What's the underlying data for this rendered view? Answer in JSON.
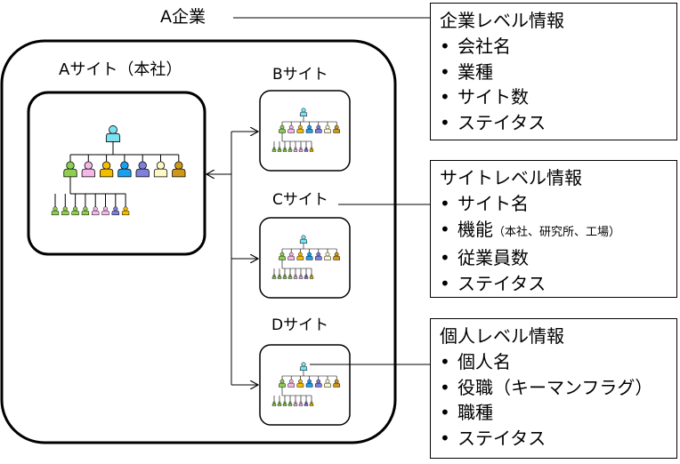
{
  "company": {
    "title": "A企業"
  },
  "sites": {
    "a": {
      "title": "Aサイト（本社）"
    },
    "b": {
      "title": "Bサイト"
    },
    "c": {
      "title": "Cサイト"
    },
    "d": {
      "title": "Dサイト"
    }
  },
  "info_boxes": {
    "company": {
      "title": "企業レベル情報",
      "items": [
        "会社名",
        "業種",
        "サイト数",
        "ステイタス"
      ]
    },
    "site": {
      "title": "サイトレベル情報",
      "items": [
        "サイト名",
        "機能",
        "従業員数",
        "ステイタス"
      ],
      "function_note": "（本社、研究所、工場）"
    },
    "person": {
      "title": "個人レベル情報",
      "items": [
        "個人名",
        "役職（キーマンフラグ）",
        "職種",
        "ステイタス"
      ]
    }
  },
  "bullet": "•",
  "colors": {
    "top": "#7fe0f0",
    "mid": [
      "#8fcf50",
      "#f4b8e8",
      "#f5bd00",
      "#1ba0f0",
      "#7f7fdc",
      "#fcf8c8",
      "#d09818"
    ],
    "low": [
      "#8fcf50",
      "#8fcf50",
      "#8fcf50",
      "#8fcf50",
      "#f4b8e8",
      "#f4b8e8",
      "#7f7fdc",
      "#f5bd00"
    ]
  }
}
